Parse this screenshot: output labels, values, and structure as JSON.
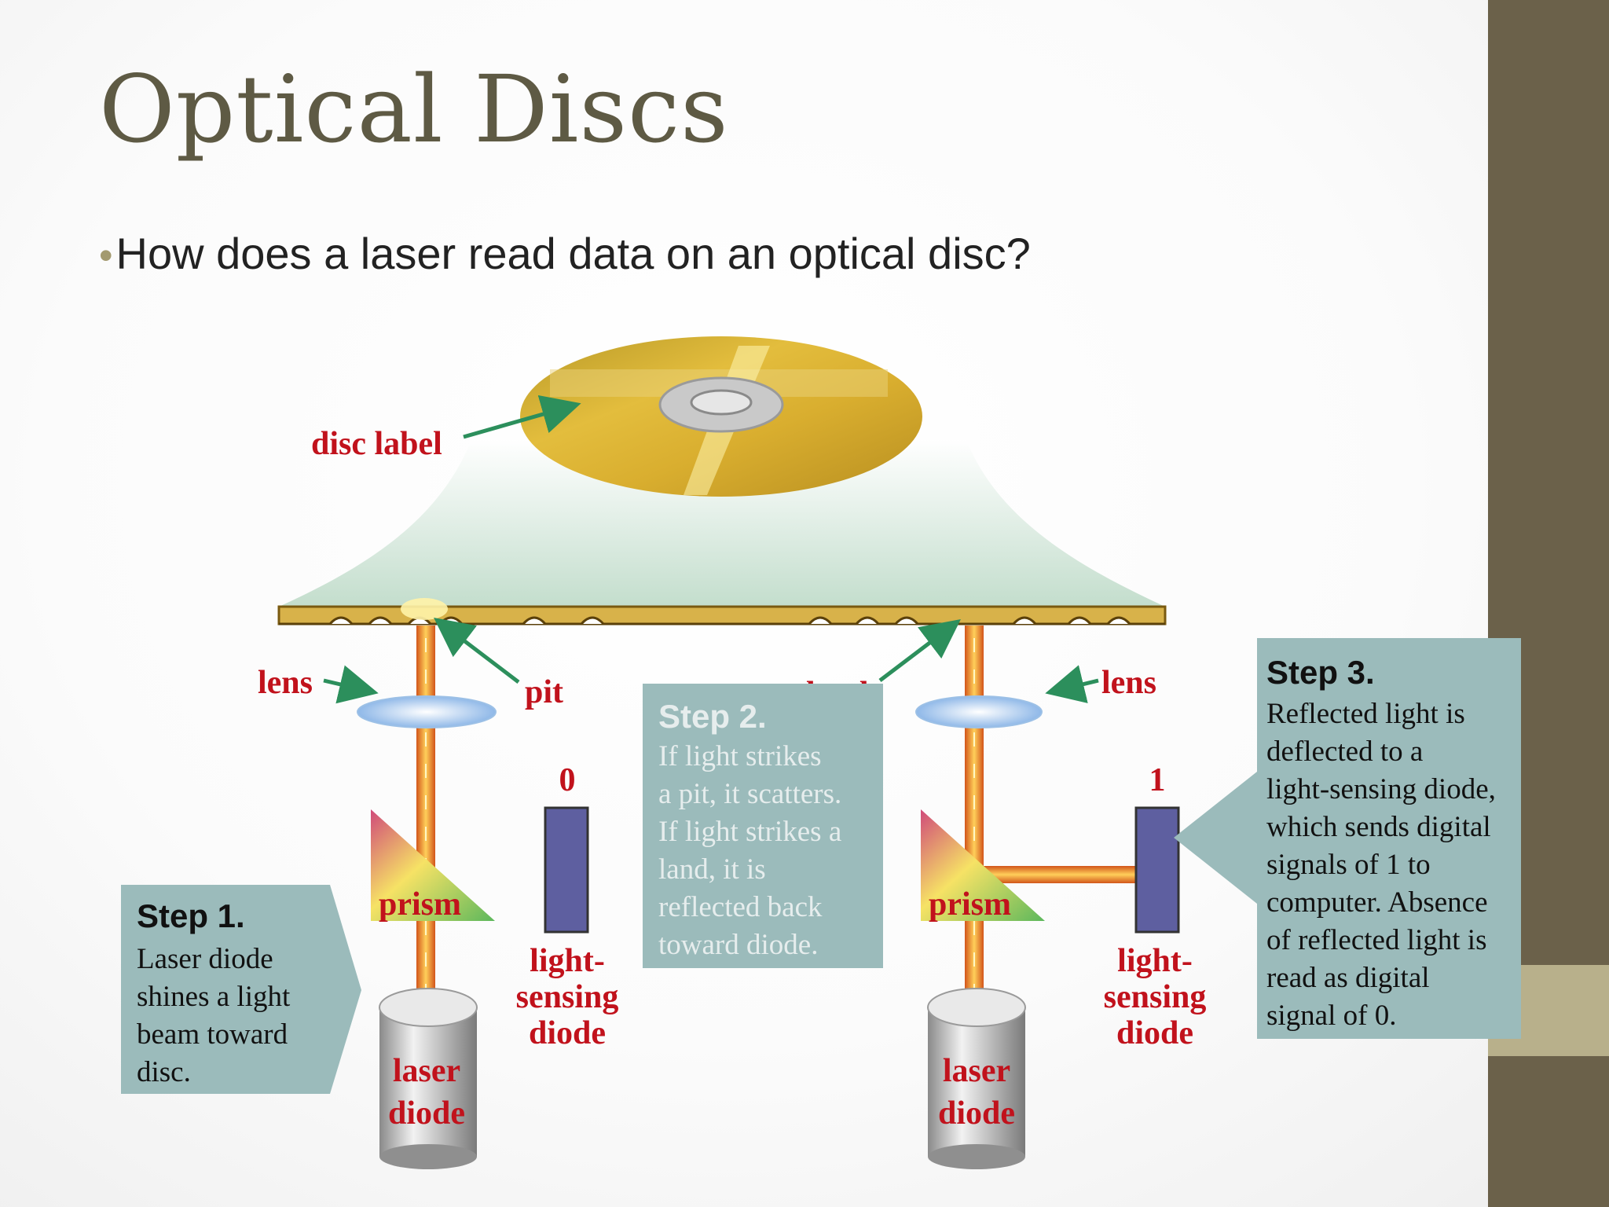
{
  "slide": {
    "title": "Optical Discs",
    "bullet": "How does a laser read data on an optical disc?"
  },
  "diagram": {
    "labels": {
      "disc_label": "disc label",
      "lens_left": "lens",
      "lens_right": "lens",
      "pit": "pit",
      "land": "land",
      "prism_left": "prism",
      "prism_right": "prism",
      "signal_left": "0",
      "signal_right": "1",
      "sensor_left": [
        "light-",
        "sensing",
        "diode"
      ],
      "sensor_right": [
        "light-",
        "sensing",
        "diode"
      ],
      "laser_left": [
        "laser",
        "diode"
      ],
      "laser_right": [
        "laser",
        "diode"
      ]
    },
    "steps": [
      {
        "title": "Step 1.",
        "lines": [
          "Laser diode",
          "shines a light",
          "beam toward",
          "disc."
        ]
      },
      {
        "title": "Step 2.",
        "lines": [
          "If light strikes",
          "a pit, it scatters.",
          "If light strikes a",
          "land, it is",
          "reflected back",
          "toward diode."
        ]
      },
      {
        "title": "Step 3.",
        "lines": [
          "Reflected light is",
          "deflected to a",
          "light-sensing diode,",
          "which sends digital",
          "signals of 1 to",
          "computer. Absence",
          "of reflected light is",
          "read as digital",
          "signal of 0."
        ]
      }
    ],
    "colors": {
      "label_red": "#c1121c",
      "callout_fill": "#9bbbbb",
      "sensor_blue": "#5e5fa0",
      "arrow_green": "#2c8f5c",
      "beam_orange": "#f07a1c",
      "sidebar": "#6b614a",
      "title_color": "#5e5a44"
    }
  }
}
